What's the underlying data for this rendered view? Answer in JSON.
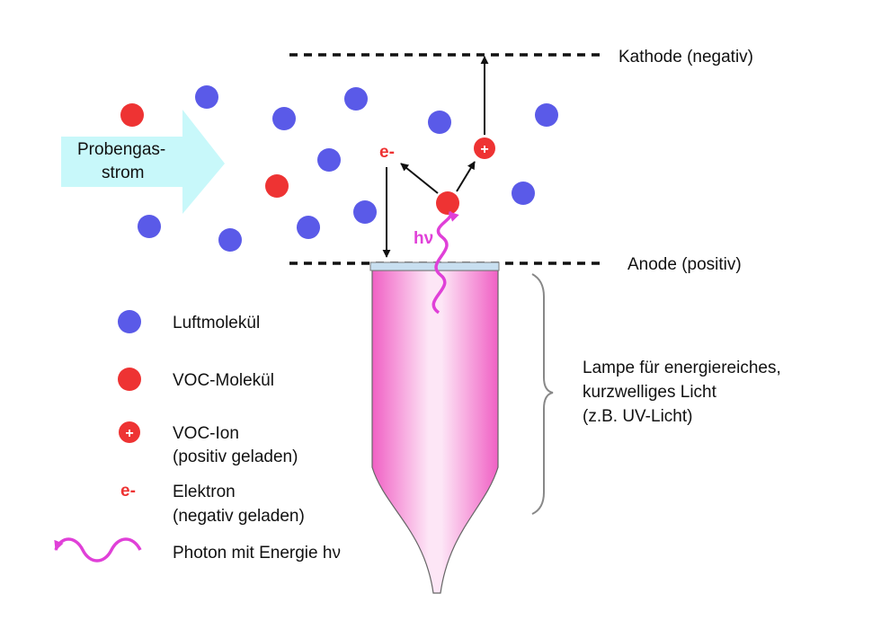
{
  "flow_label": {
    "line1": "Probengas-",
    "line2": "strom"
  },
  "electrodes": {
    "cathode": "Kathode (negativ)",
    "anode": "Anode (positiv)"
  },
  "photon_symbol": "hν",
  "electron_symbol": "e-",
  "ion_symbol": "+",
  "lamp_label": {
    "line1": "Lampe für energiereiches,",
    "line2": "kurzwelliges Licht",
    "line3": "(z.B. UV-Licht)"
  },
  "legend": {
    "air": "Luftmolekül",
    "voc": "VOC-Molekül",
    "ion_line1": "VOC-Ion",
    "ion_line2": "(positiv geladen)",
    "electron_line1": "Elektron",
    "electron_line2": "(negativ geladen)",
    "photon": "Photon mit Energie hν"
  },
  "colors": {
    "air_molecule": "#5a5ae8",
    "voc_molecule": "#ee3333",
    "photon": "#e040d8",
    "flow_arrow": "#c8f8fa",
    "lamp": "#f070c8"
  }
}
